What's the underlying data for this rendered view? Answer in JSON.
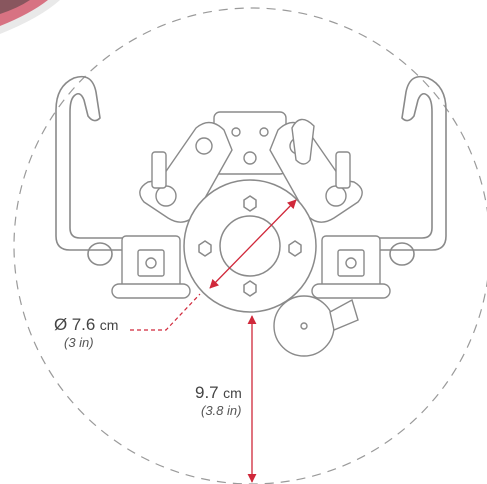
{
  "measurements": {
    "diameter": {
      "symbol": "Ø",
      "value": "7.6",
      "unit": "cm",
      "imperial": "(3 in)"
    },
    "height": {
      "value": "9.7",
      "unit": "cm",
      "imperial": "(3.8 in)"
    }
  },
  "colors": {
    "line_art": "#8a8a8a",
    "measure_line": "#d0283a",
    "dashed_circle": "#9a9a9a",
    "text": "#444444",
    "accent_corner": "#c8102e"
  }
}
